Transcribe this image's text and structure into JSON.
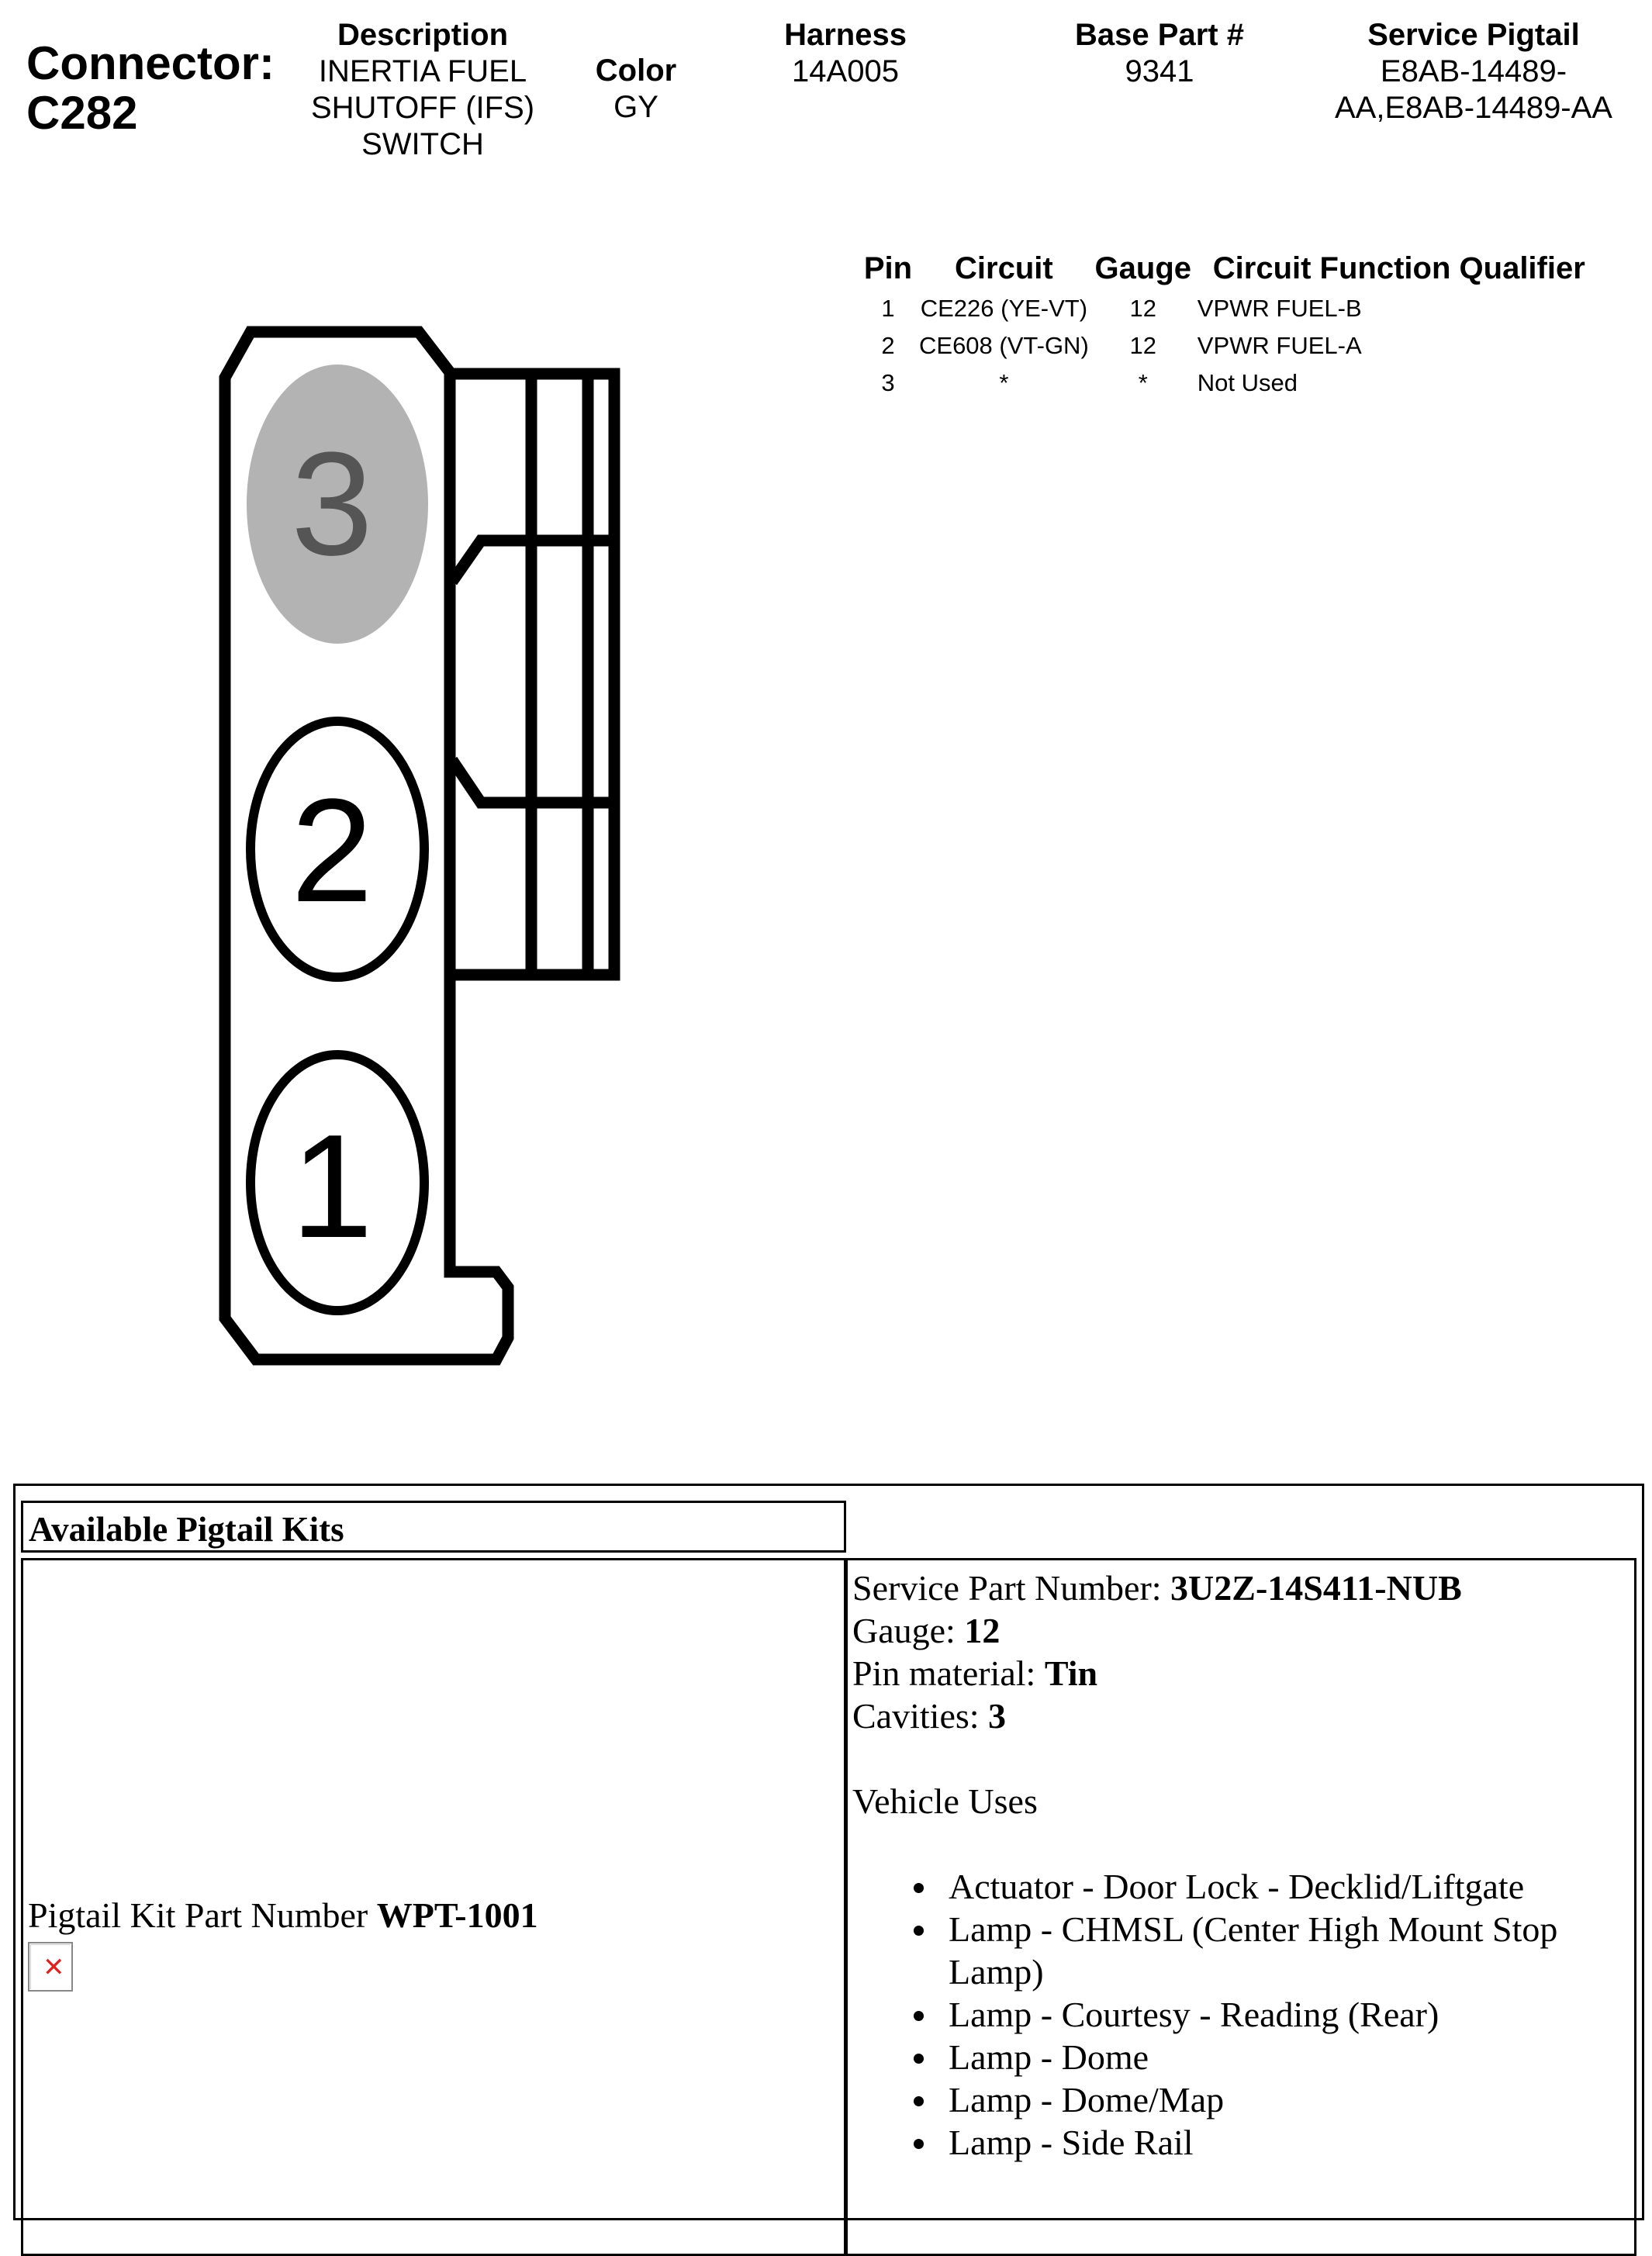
{
  "connector": {
    "label": "Connector:",
    "id": "C282"
  },
  "header": {
    "description": {
      "heading": "Description",
      "lines": [
        "INERTIA FUEL",
        "SHUTOFF (IFS)",
        "SWITCH"
      ]
    },
    "color": {
      "heading": "Color",
      "value": "GY"
    },
    "harness": {
      "heading": "Harness",
      "value": "14A005"
    },
    "base_part": {
      "heading": "Base Part #",
      "value": "9341"
    },
    "service_pigtail": {
      "heading": "Service Pigtail",
      "lines": [
        "E8AB-14489-",
        "AA,E8AB-14489-AA"
      ]
    }
  },
  "pin_table": {
    "headers": [
      "Pin",
      "Circuit",
      "Gauge",
      "Circuit Function Qualifier"
    ],
    "rows": [
      {
        "pin": "1",
        "circuit": "CE226 (YE-VT)",
        "gauge": "12",
        "function": "VPWR FUEL-B"
      },
      {
        "pin": "2",
        "circuit": "CE608 (VT-GN)",
        "gauge": "12",
        "function": "VPWR FUEL-A"
      },
      {
        "pin": "3",
        "circuit": "*",
        "gauge": "*",
        "function": "Not Used"
      }
    ]
  },
  "diagram": {
    "pins": [
      {
        "label": "3",
        "state": "not used"
      },
      {
        "label": "2",
        "state": "used"
      },
      {
        "label": "1",
        "state": "used"
      }
    ],
    "colors": {
      "outline": "#000000",
      "unused_fill": "#b3b3b3",
      "unused_text": "#555555"
    }
  },
  "kits": {
    "heading": "Available Pigtail Kits",
    "kit_part_label": "Pigtail Kit Part Number ",
    "kit_part_number": "WPT-1001",
    "service_part_label": "Service Part Number: ",
    "service_part_number": "3U2Z-14S411-NUB",
    "gauge_label": "Gauge: ",
    "gauge": "12",
    "pin_material_label": "Pin material: ",
    "pin_material": "Tin",
    "cavities_label": "Cavities: ",
    "cavities": "3",
    "vehicle_uses_title": "Vehicle Uses",
    "vehicle_uses": [
      "Actuator - Door Lock - Decklid/Liftgate",
      "Lamp - CHMSL (Center High Mount Stop Lamp)",
      "Lamp - Courtesy - Reading (Rear)",
      "Lamp - Dome",
      "Lamp - Dome/Map",
      "Lamp - Side Rail"
    ]
  }
}
